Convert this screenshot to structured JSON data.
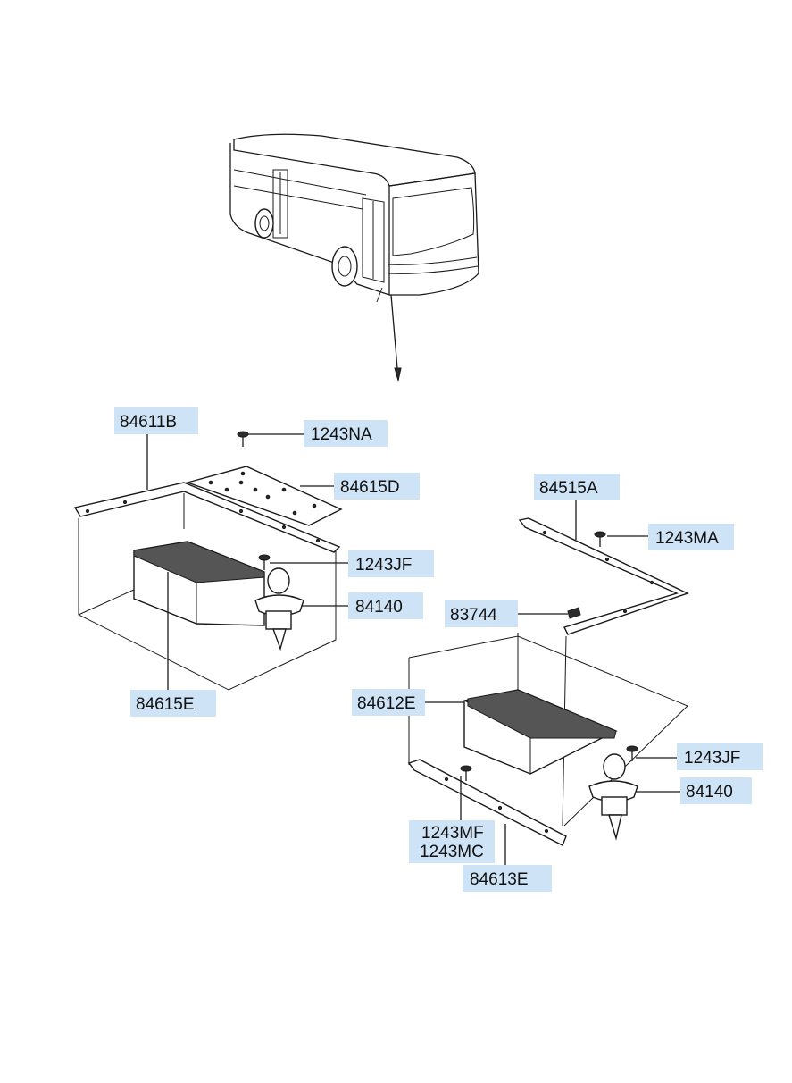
{
  "callouts": {
    "c84611B": "84611B",
    "c1243NA": "1243NA",
    "c84615D": "84615D",
    "c1243JF_left": "1243JF",
    "c84140_left": "84140",
    "c84615E": "84615E",
    "c84515A": "84515A",
    "c1243MA": "1243MA",
    "c83744": "83744",
    "c84612E": "84612E",
    "c1243JF_right": "1243JF",
    "c84140_right": "84140",
    "c1243MF": "1243MF",
    "c1243MC": "1243MC",
    "c84613E": "84613E"
  },
  "colors": {
    "callout_fill": "#cfe3f7",
    "line": "#1a1a1a"
  }
}
